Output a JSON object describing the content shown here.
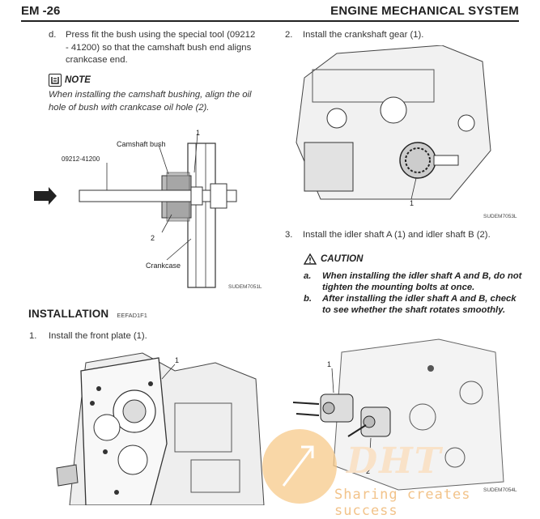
{
  "header": {
    "page": "EM -26",
    "title": "ENGINE MECHANICAL SYSTEM"
  },
  "left": {
    "step_d": {
      "marker": "d.",
      "lines": [
        "Press fit the bush using the special tool (09212",
        "- 41200) so that the camshaft bush end aligns",
        "crankcase end."
      ]
    },
    "note": {
      "label": "NOTE",
      "lines": [
        "When installing the camshaft bushing, align the oil",
        "hole of bush with crankcase oil hole (2)."
      ]
    },
    "figure": {
      "label_bush": "Camshaft bush",
      "label_tool": "09212-41200",
      "label_crankcase": "Crankcase",
      "callout_1": "1",
      "callout_2": "2",
      "code": "SUDEM7051L"
    },
    "installation": {
      "title": "INSTALLATION",
      "code": "EEFAD1F1"
    },
    "step_1": {
      "marker": "1.",
      "text": "Install the front plate (1).",
      "callout_1": "1"
    }
  },
  "right": {
    "step_2": {
      "marker": "2.",
      "text": "Install the crankshaft gear (1).",
      "callout_1": "1",
      "code": "SUDEM7053L"
    },
    "step_3": {
      "marker": "3.",
      "text": "Install the idler shaft A (1) and idler shaft B (2)."
    },
    "caution": {
      "label": "CAUTION",
      "items": [
        {
          "marker": "a.",
          "lines": [
            "When installing the idler shaft A and B, do not",
            "tighten the mounting bolts at once."
          ]
        },
        {
          "marker": "b.",
          "lines": [
            "After installing the idler shaft A and B, check",
            "to see whether the shaft rotates smoothly."
          ]
        }
      ]
    },
    "figure3": {
      "callout_1": "1",
      "callout_2": "2",
      "code": "SUDEM7054L"
    }
  },
  "watermark": {
    "logo": "DHT",
    "slogan": "Sharing creates success"
  }
}
